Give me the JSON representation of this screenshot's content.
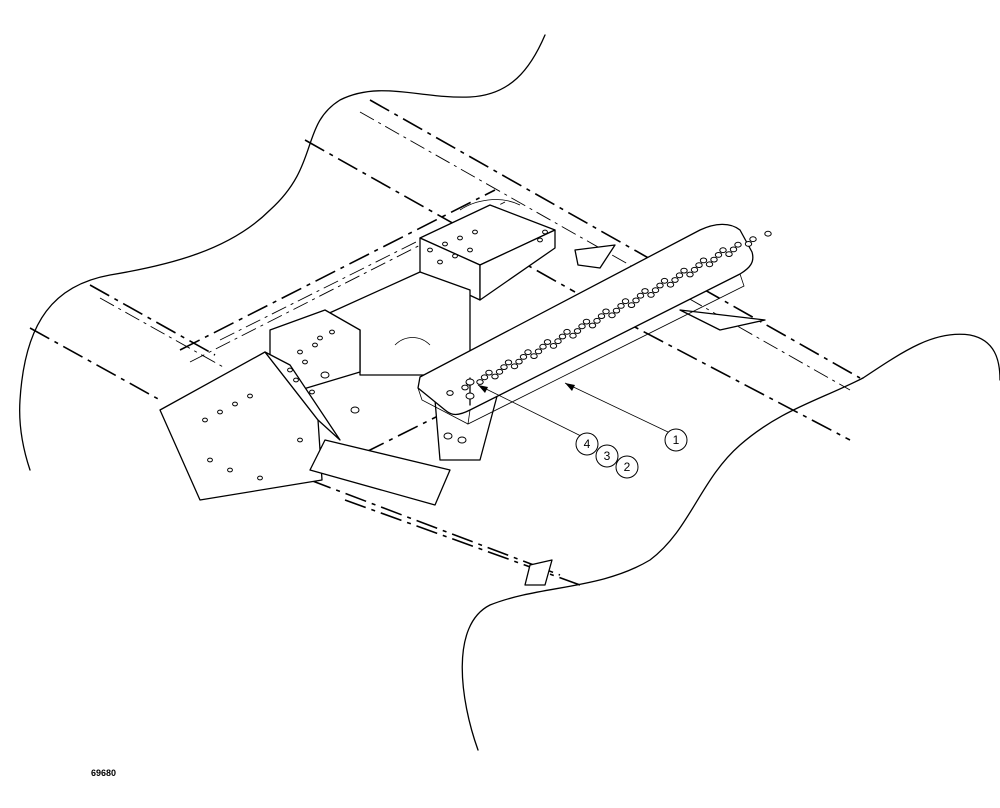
{
  "callouts": [
    {
      "id": "1",
      "label": "1"
    },
    {
      "id": "2",
      "label": "2"
    },
    {
      "id": "3",
      "label": "3"
    },
    {
      "id": "4",
      "label": "4"
    }
  ],
  "drawing_number": "69680",
  "colors": {
    "ink": "#000000",
    "paper": "#ffffff"
  }
}
